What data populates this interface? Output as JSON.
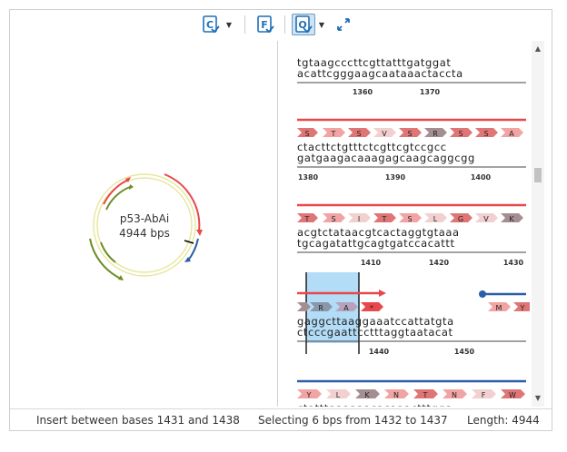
{
  "toolbar": {
    "buttons": [
      {
        "name": "copy",
        "label": "C"
      },
      {
        "name": "features",
        "label": "F"
      },
      {
        "name": "view",
        "label": "Q"
      }
    ]
  },
  "plasmid": {
    "name": "p53-AbAi",
    "length_label": "4944 bps"
  },
  "sequence": {
    "blocks": [
      {
        "top": "tgtaagcccttcgttatttgatggat",
        "bottom": "acattcgggaagcaataaactaccta",
        "ticks": [
          "1360",
          "1370"
        ]
      },
      {
        "aa": [
          "S",
          "T",
          "S",
          "V",
          "S",
          "R",
          "S",
          "S",
          "A"
        ],
        "top": "ctacttctgtttctcgttcgtccgcc",
        "bottom": "gatgaagacaaagagcaagcaggcgg",
        "ticks": [
          "1380",
          "1390",
          "1400"
        ]
      },
      {
        "aa": [
          "T",
          "S",
          "I",
          "T",
          "S",
          "L",
          "G",
          "V",
          "K"
        ],
        "top": "acgtctataacgtcactaggtgtaaa",
        "bottom": "tgcagatattgcagtgatccacattt",
        "ticks": [
          "1410",
          "1420",
          "1430"
        ]
      },
      {
        "aa": [
          "R",
          "A",
          "*",
          "M",
          "Y"
        ],
        "top": "gaggcttaaggaaatccattatgta",
        "bottom": "ctcccgaattcctttaggtaatacat",
        "ticks": [
          "1440",
          "1450"
        ]
      },
      {
        "aa": [
          "Y",
          "L",
          "K",
          "N",
          "T",
          "N",
          "F",
          "W"
        ],
        "top": "ctatttaaaaaacacaaactttgga"
      }
    ]
  },
  "status": {
    "insert": "Insert between bases 1431 and 1438",
    "selection": "Selecting 6 bps from 1432 to 1437",
    "length": "Length: 4944"
  },
  "colors": {
    "accent": "#1f6fb5",
    "aa_pink": "#f2a3a3",
    "aa_dark": "#e07575",
    "aa_gray": "#a58e92",
    "feature_red": "#e8474c",
    "feature_blue": "#2b5ea7",
    "feature_green": "#6b8e23",
    "selection": "#b3dcf7"
  }
}
